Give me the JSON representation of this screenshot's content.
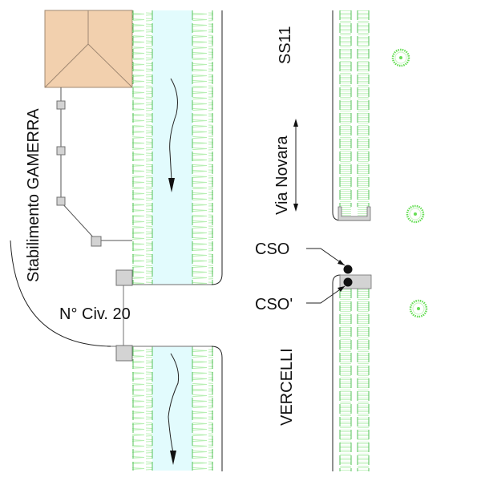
{
  "colors": {
    "building_fill": "#f2d0ae",
    "building_stroke": "#a08872",
    "water_fill": "#e2fbfd",
    "vegetation": "#9ee89a",
    "vegetation_dash": "#55c25a",
    "tree": "#66dd55",
    "manhole_fill": "#d3d3d3",
    "manhole_stroke": "#707070",
    "line": "#222222",
    "grey_line": "#8a8a8a"
  },
  "labels": {
    "building": "Stabilimento GAMERRA",
    "civic_number": "N° Civ. 20",
    "road_code": "SS11",
    "street_name": "Via Novara",
    "city": "VERCELLI",
    "cso": "CSO",
    "cso_prime": "CSO'"
  },
  "elements": {
    "building": "Stabilimento GAMERRA building",
    "canal_upper": "canal upstream segment with flow arrow",
    "canal_lower": "canal downstream segment with flow arrow",
    "roadside_ditch": "roadside ditch along Via Novara",
    "trees": 3,
    "manholes": 5,
    "cso_points": 2
  },
  "icons": {
    "flow_arrow": "wavy-flow-arrow-icon",
    "direction_arrow": "double-headed-arrow-icon",
    "tree": "tree-symbol-icon",
    "manhole": "manhole-square-icon",
    "cso_point": "filled-circle-icon"
  }
}
